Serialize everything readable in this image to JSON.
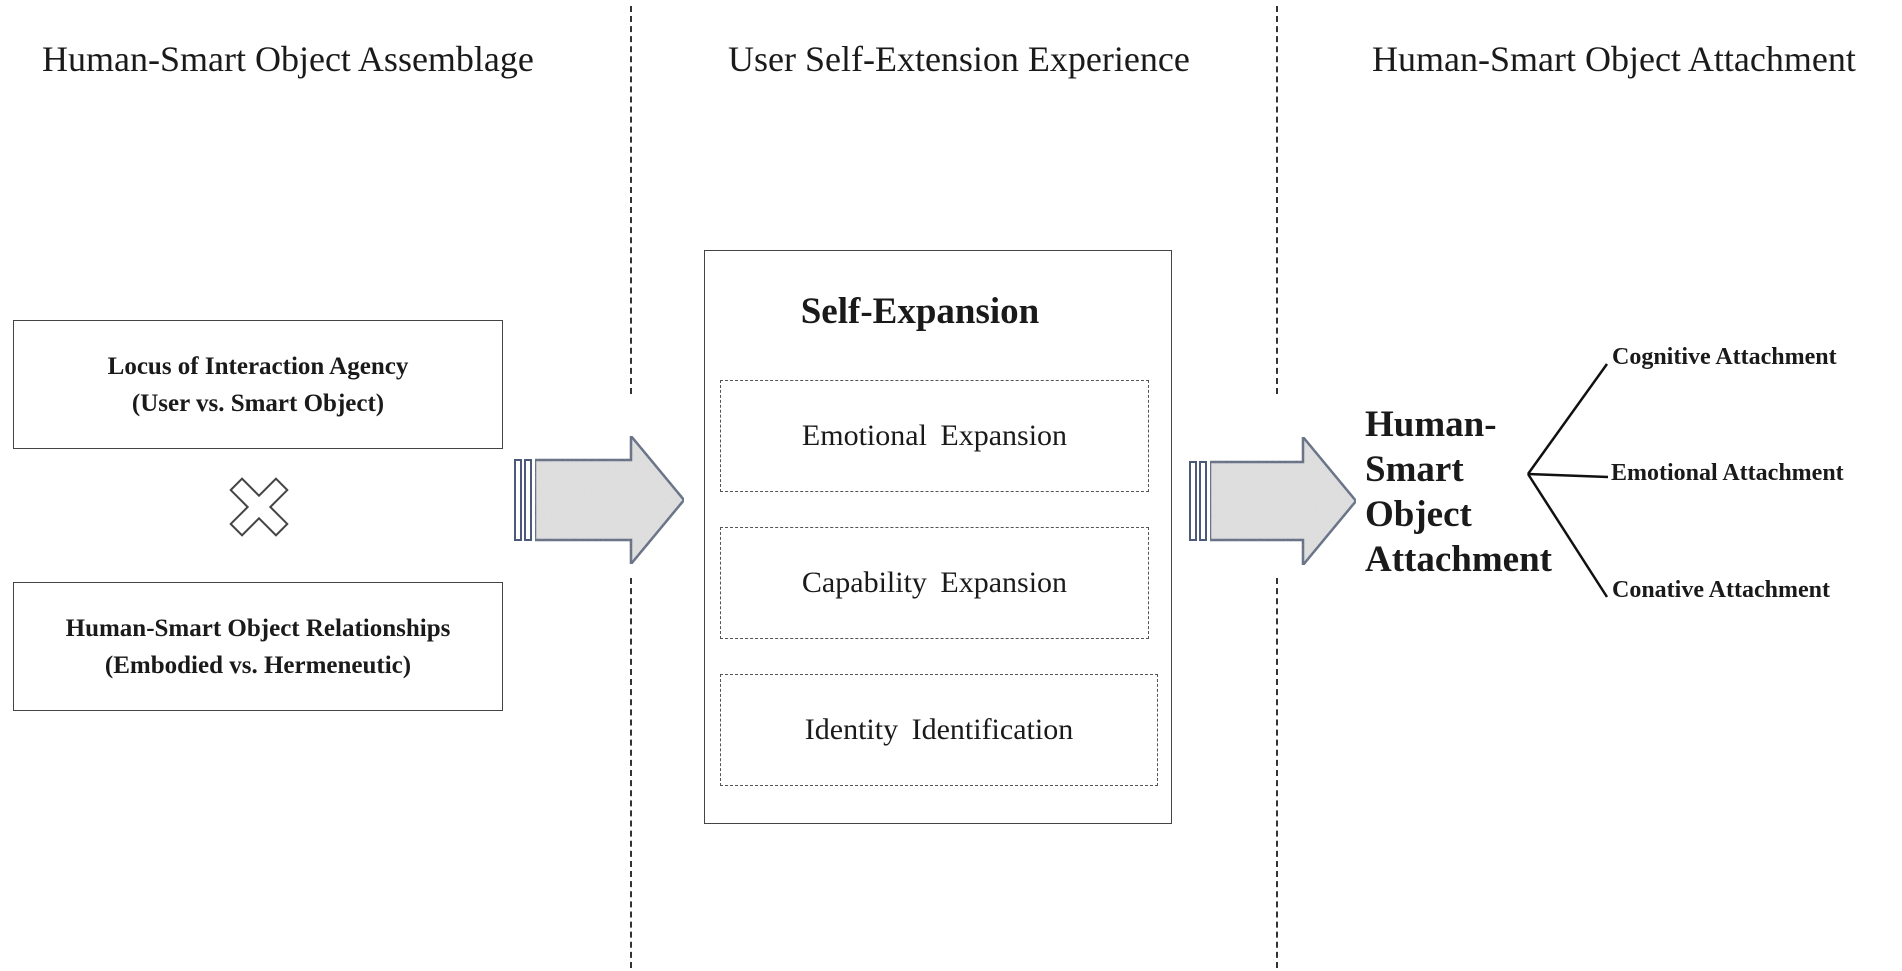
{
  "columns": {
    "left_title": "Human-Smart Object Assemblage",
    "middle_title": "User Self-Extension Experience",
    "right_title": "Human-Smart Object Attachment"
  },
  "assemblage": {
    "box1": {
      "line1": "Locus of Interaction Agency",
      "line2": "(User vs. Smart Object)"
    },
    "box2": {
      "line1": "Human-Smart Object Relationships",
      "line2": "(Embodied vs. Hermeneutic)"
    },
    "operator_icon": "multiply-icon"
  },
  "self_expansion": {
    "title": "Self-Expansion",
    "items": [
      "Emotional Expansion",
      "Capability Expansion",
      "Identity Identification"
    ]
  },
  "attachment": {
    "line1": "Human-",
    "line2": "Smart",
    "line3": "Object",
    "line4": "Attachment",
    "types": [
      "Cognitive Attachment",
      "Emotional Attachment",
      "Conative Attachment"
    ]
  },
  "colors": {
    "arrow_outline": "#4a5a78",
    "arrow_fill": "#e3e3e3",
    "stroke": "#444444"
  }
}
